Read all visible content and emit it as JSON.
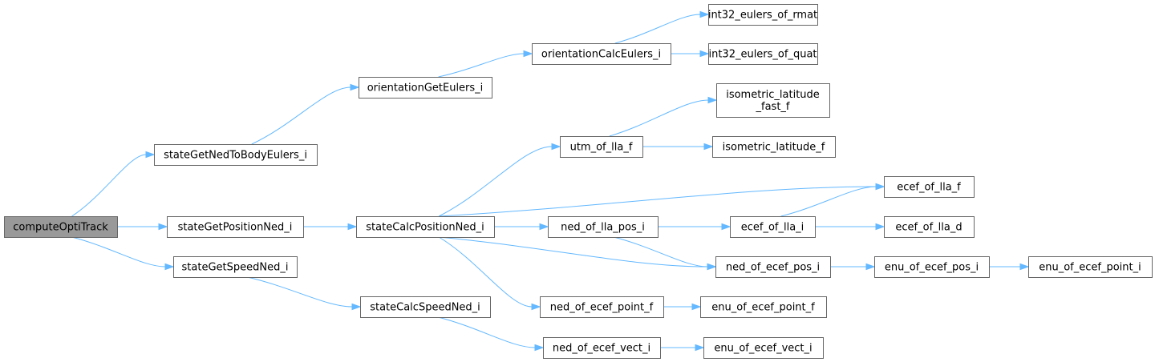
{
  "diagram": {
    "type": "call-graph",
    "colors": {
      "edge": "#63b8ff",
      "node_border": "#666666",
      "node_fill": "#ffffff",
      "root_fill": "#999999",
      "text": "#000000"
    },
    "nodes": [
      {
        "id": "computeOptiTrack",
        "lines": [
          "computeOptiTrack"
        ],
        "root": true
      },
      {
        "id": "stateGetNedToBodyEulers_i",
        "lines": [
          "stateGetNedToBodyEulers_i"
        ]
      },
      {
        "id": "stateGetPositionNed_i",
        "lines": [
          "stateGetPositionNed_i"
        ]
      },
      {
        "id": "stateGetSpeedNed_i",
        "lines": [
          "stateGetSpeedNed_i"
        ]
      },
      {
        "id": "orientationGetEulers_i",
        "lines": [
          "orientationGetEulers_i"
        ]
      },
      {
        "id": "stateCalcPositionNed_i",
        "lines": [
          "stateCalcPositionNed_i"
        ]
      },
      {
        "id": "stateCalcSpeedNed_i",
        "lines": [
          "stateCalcSpeedNed_i"
        ]
      },
      {
        "id": "orientationCalcEulers_i",
        "lines": [
          "orientationCalcEulers_i"
        ]
      },
      {
        "id": "utm_of_lla_f",
        "lines": [
          "utm_of_lla_f"
        ]
      },
      {
        "id": "ned_of_lla_pos_i",
        "lines": [
          "ned_of_lla_pos_i"
        ]
      },
      {
        "id": "ned_of_ecef_point_f",
        "lines": [
          "ned_of_ecef_point_f"
        ]
      },
      {
        "id": "ned_of_ecef_vect_i",
        "lines": [
          "ned_of_ecef_vect_i"
        ]
      },
      {
        "id": "int32_eulers_of_rmat",
        "lines": [
          "int32_eulers_of_rmat"
        ]
      },
      {
        "id": "int32_eulers_of_quat",
        "lines": [
          "int32_eulers_of_quat"
        ]
      },
      {
        "id": "isometric_latitude_fast_f",
        "lines": [
          "isometric_latitude",
          "_fast_f"
        ]
      },
      {
        "id": "isometric_latitude_f",
        "lines": [
          "isometric_latitude_f"
        ]
      },
      {
        "id": "ecef_of_lla_f",
        "lines": [
          "ecef_of_lla_f"
        ]
      },
      {
        "id": "ecef_of_lla_i",
        "lines": [
          "ecef_of_lla_i"
        ]
      },
      {
        "id": "ned_of_ecef_pos_i",
        "lines": [
          "ned_of_ecef_pos_i"
        ]
      },
      {
        "id": "enu_of_ecef_point_f",
        "lines": [
          "enu_of_ecef_point_f"
        ]
      },
      {
        "id": "enu_of_ecef_vect_i",
        "lines": [
          "enu_of_ecef_vect_i"
        ]
      },
      {
        "id": "ecef_of_lla_d",
        "lines": [
          "ecef_of_lla_d"
        ]
      },
      {
        "id": "enu_of_ecef_pos_i",
        "lines": [
          "enu_of_ecef_pos_i"
        ]
      },
      {
        "id": "enu_of_ecef_point_i",
        "lines": [
          "enu_of_ecef_point_i"
        ]
      }
    ],
    "edges": [
      {
        "from": "computeOptiTrack",
        "to": "stateGetNedToBodyEulers_i"
      },
      {
        "from": "computeOptiTrack",
        "to": "stateGetPositionNed_i"
      },
      {
        "from": "computeOptiTrack",
        "to": "stateGetSpeedNed_i"
      },
      {
        "from": "stateGetNedToBodyEulers_i",
        "to": "orientationGetEulers_i"
      },
      {
        "from": "orientationGetEulers_i",
        "to": "orientationCalcEulers_i"
      },
      {
        "from": "orientationCalcEulers_i",
        "to": "int32_eulers_of_rmat"
      },
      {
        "from": "orientationCalcEulers_i",
        "to": "int32_eulers_of_quat"
      },
      {
        "from": "stateGetPositionNed_i",
        "to": "stateCalcPositionNed_i"
      },
      {
        "from": "stateCalcPositionNed_i",
        "to": "utm_of_lla_f"
      },
      {
        "from": "stateCalcPositionNed_i",
        "to": "ecef_of_lla_f"
      },
      {
        "from": "stateCalcPositionNed_i",
        "to": "ned_of_lla_pos_i"
      },
      {
        "from": "stateCalcPositionNed_i",
        "to": "ned_of_ecef_pos_i"
      },
      {
        "from": "stateCalcPositionNed_i",
        "to": "ned_of_ecef_point_f"
      },
      {
        "from": "utm_of_lla_f",
        "to": "isometric_latitude_fast_f"
      },
      {
        "from": "utm_of_lla_f",
        "to": "isometric_latitude_f"
      },
      {
        "from": "ned_of_lla_pos_i",
        "to": "ecef_of_lla_i"
      },
      {
        "from": "ned_of_lla_pos_i",
        "to": "ned_of_ecef_pos_i"
      },
      {
        "from": "ecef_of_lla_i",
        "to": "ecef_of_lla_f"
      },
      {
        "from": "ecef_of_lla_i",
        "to": "ecef_of_lla_d"
      },
      {
        "from": "ned_of_ecef_pos_i",
        "to": "enu_of_ecef_pos_i"
      },
      {
        "from": "enu_of_ecef_pos_i",
        "to": "enu_of_ecef_point_i"
      },
      {
        "from": "ned_of_ecef_point_f",
        "to": "enu_of_ecef_point_f"
      },
      {
        "from": "stateGetSpeedNed_i",
        "to": "stateCalcSpeedNed_i"
      },
      {
        "from": "stateCalcSpeedNed_i",
        "to": "ned_of_ecef_vect_i"
      },
      {
        "from": "ned_of_ecef_vect_i",
        "to": "enu_of_ecef_vect_i"
      }
    ]
  }
}
